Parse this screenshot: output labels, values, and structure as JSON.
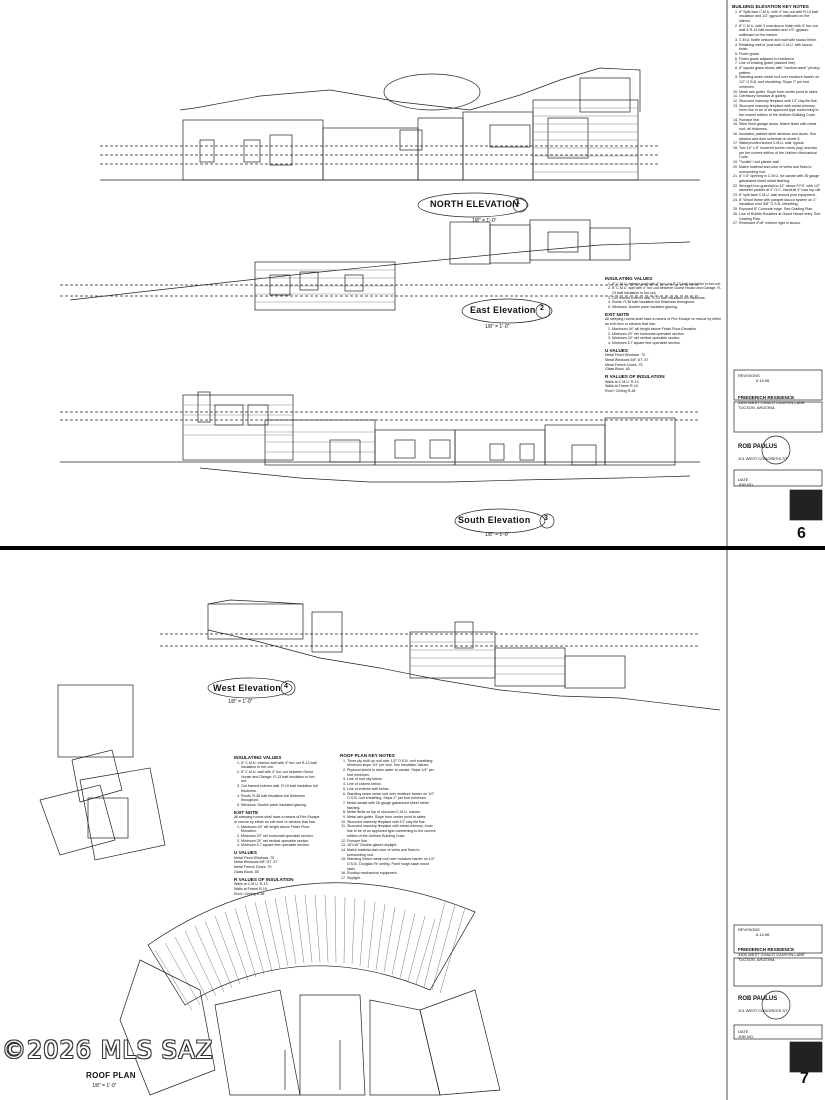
{
  "sheet1": {
    "elevations": [
      {
        "title": "NORTH ELEVATION",
        "number": "1",
        "scale": "1/8\" = 1'-0\""
      },
      {
        "title": "East Elevation",
        "number": "2",
        "scale": "1/8\" = 1'-0\""
      },
      {
        "title": "South Elevation",
        "number": "3",
        "scale": "1/8\" = 1'-0\""
      }
    ],
    "key_notes_title": "BUILDING ELEVATION KEY NOTES",
    "key_notes": [
      "8\" Split-face C.M.U. with 4\" furr-out with R-13 batt insulation and 1/2\" gypsum wallboard on the interior.",
      "8\" C.M.U. with 3 coat stucco finish with 4\" furr-out wall & R-13 batt insulation and 1/2\" gypsum wallboard on the interior.",
      "C.M.U. bottle w/stone and wall with stucco finish.",
      "Retaining wall or pool wall: C.M.U. with stucco finish.",
      "Finish grade.",
      "Finish grade adjacent to residence.",
      "Line of existing grade (dashed line).",
      "8\" square glass blocks with \"random wave\" privacy pattern.",
      "Standing seam metal roof over moisture barrier on 1/2\" O.S.B. roof sheathing. Slope 2\" per foot minimum.",
      "Metal rain gutter. Slope from center point to sides.",
      "Clerestory windows at gallery.",
      "Stuccoed masonry fireplace with 13\" clay tile flue.",
      "Stuccoed masonry fireplace with metal chimney. Inner flue to be of an approved type conforming to the current edition of the Uniform Building Code.",
      "Furnace flue.",
      "Steel flush garage doors. Match finish with metal roof, all thickness.",
      "Insulated, painted steel windows and doors. See window and door schedule on sheet 5.",
      "Waterproofed kicked C.M.U. wall, typical.",
      "Two 14\" x 8\" louvered screen vents (top) and two per the current edition of the Uniform Mechanical Code.",
      "\"Scuttle\" roof planter wall.",
      "Match material and color of vents and flues to surrounding roof.",
      "8\" x 8\" opening in C.M.U. for canale with 26 gauge galvanized sheet metal flashing.",
      "Wrought iron guardrail to 42\" above F.F.E. with 1/2\" diameter pickets at 4\" O.C. Handrail 4\" max top rail.",
      "8\" split-face C.M.U. wall around pool equipment.",
      "8\" Wood frame with parapet stucco system on 1\" insulation over 5/8\" O.S.B. sheathing.",
      "Exposed 8\" Concrete edge. See Grading Plan.",
      "Line of Rubble Boulders at Guest House entry. See Grading Plan.",
      "Recessed 4\"x8\" exterior light in stucco."
    ],
    "insulating_title": "INSULATING VALUES",
    "insulating": [
      "8\" C.M.U. exterior wall with 4\" furr-out R-13 batt insulation in furr-out.",
      "8\" C.M.U. wall with 4\" furr-out between Guest House and Garage. R-13 batt insulation in furr-out.",
      "Out framed exterior wall. R-19 batt insulation full thickness.",
      "Roofs: R-38 batt insulation full thickness throughout.",
      "Windows: Double pane insulated glazing."
    ],
    "exit_title": "EXIT NOTE",
    "exit_note": "All sleeping rooms shall have a means of Fire Escape or rescue by either an exit door or window that has:",
    "exit_items": [
      "Maximum 44\" sill height above Finish Floor Elevation.",
      "Minimum 20\" net horizontal openable section.",
      "Minimum 24\" net vertical openable section.",
      "Minimum 5.7 square feet openable section."
    ],
    "u_title": "U VALUES",
    "u_values": [
      {
        "item": "Metal Fixed Windows",
        "value": ".75"
      },
      {
        "item": "Metal Windows 5/8\" DT",
        "value": ".57"
      },
      {
        "item": "Metal French Doors",
        "value": ".75"
      },
      {
        "item": "Glass Block",
        "value": ".60"
      }
    ],
    "r_title": "R VALUES OF INSULATION",
    "r_values": [
      {
        "item": "Walls at C.M.U.",
        "value": "R-13"
      },
      {
        "item": "Walls at Frame",
        "value": "R-19"
      },
      {
        "item": "Roof / Ceiling",
        "value": "R-38"
      }
    ],
    "sheet_number": "6"
  },
  "sheet2": {
    "elevation": {
      "title": "West Elevation",
      "number": "4",
      "scale": "1/8\" = 1'-0\""
    },
    "roof_plan": {
      "title": "ROOF PLAN",
      "scale": "1/8\" = 1'-0\""
    },
    "insulating_title": "INSULATING VALUES",
    "exit_title": "EXIT NOTE",
    "u_title": "U VALUES",
    "r_title": "R VALUES OF INSULATION",
    "roof_notes_title": "ROOF PLAN KEY NOTES",
    "roof_notes": [
      "Three ply built up roof over 1/2\" O.S.B. roof sheathing. Minimum slope 1/4\" per foot. See Insulation Values.",
      "Plywood shield to drain water to canale. Slope 1/4\" per foot minimum.",
      "Line of roof sky below.",
      "Line of column below.",
      "Line of exterior wall below.",
      "Standing seam metal roof over moisture barrier on 1/2\" O.S.B. roof sheathing. Slope 2\" per foot minimum.",
      "Metal canale with 26 gauge galvanized sheet metal flashing.",
      "Metal trellis on top of stuccoed C.M.U. column.",
      "Metal rain gutter. Slope from center point to sides.",
      "Stuccoed masonry fireplace with 13\" clay tile flue.",
      "Stuccoed masonry fireplace with metal chimney. Inner flue to be of an approved type conforming to the current edition of the Uniform Building Code.",
      "Furnace flue.",
      "16\"x16\" Double glazed skylight.",
      "Match material and color of vents and flues to surrounding roof.",
      "Standing Seam metal roof over moisture barrier on 1/2\" O.S.B. 'Douglas Fir' ceiling. Paint rough sawn wood stain.",
      "Rooftop mechanical equipment.",
      "Skylight."
    ],
    "sheet_number": "7"
  },
  "title_block": {
    "revisions_label": "REVISIONS",
    "revision": "6.14.96",
    "project": "FRIEDERICH RESIDENCE",
    "address_1": "3300 WEST CHACO CANYON LANE",
    "address_2": "TUCSON, ARIZONA",
    "architect": "ROB PAULUS",
    "firm_line": "101 WEST CONGRESS ST",
    "date_label": "DATE",
    "job_label": "JOB NO."
  },
  "watermark": "©2026 MLS SAZ"
}
